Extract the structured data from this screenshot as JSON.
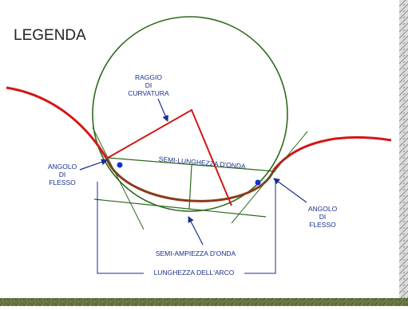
{
  "title": "LEGENDA",
  "labels": {
    "radius": [
      "RAGGIO",
      "DI",
      "CURVATURA"
    ],
    "half_wavelength": "SEMI-LUNGHEZZA D'ONDA",
    "inflection_left": [
      "ANGOLO",
      "DI",
      "FLESSO"
    ],
    "inflection_right": [
      "ANGOLO",
      "DI",
      "FLESSO"
    ],
    "half_amplitude": "SEMI-AMPIEZZA D'ONDA",
    "arc_length": "LUNGHEZZA DELL'ARCO"
  },
  "colors": {
    "river": "#d01818",
    "river_bend": "#8a3a1a",
    "circle": "#2d6a1e",
    "radius": "#d01818",
    "label": "#1a2f8a",
    "point": "#1030d0",
    "guide": "#2d6a1e",
    "bracket": "#1a2f8a"
  }
}
